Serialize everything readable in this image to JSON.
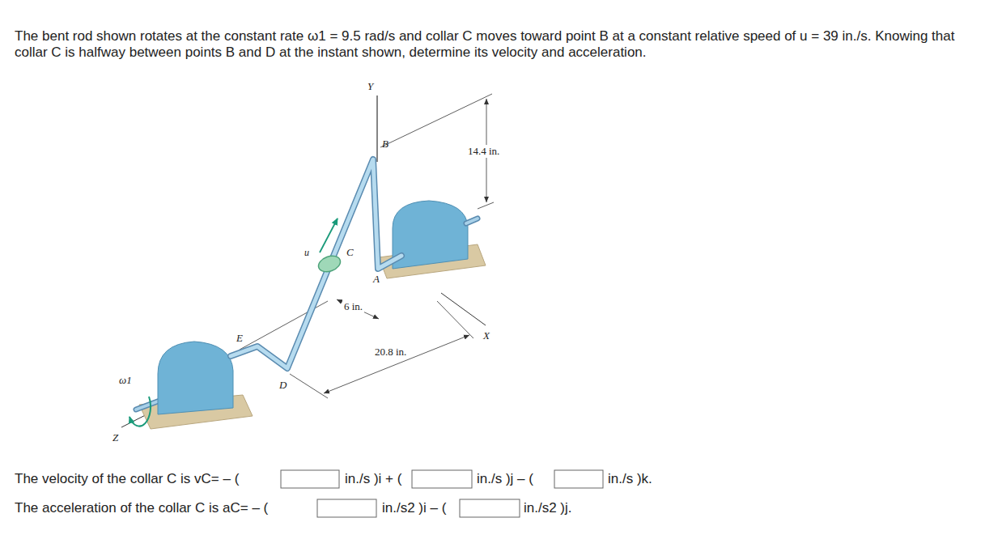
{
  "diagram": {
    "labels": [
      "The bent rod shown rotates at the constant rate ω1 = 9.5 rad/s and collar C moves toward point B at a constant relative speed of u = 39 in./s. Knowing that collar C is halfway between points B and D at the instant shown, determine its velocity and acceleration.",
      "Y",
      "B",
      "14.4 in.",
      "u",
      "C",
      "A",
      "6 in.",
      "E",
      "20.8 in.",
      "X",
      "D",
      "ω1",
      "Z",
      "The velocity of the collar C is vC= – (",
      "in./s )i + (",
      "in./s )j – (",
      "in./s )k.",
      "The acceleration of the collar C is aC= – (",
      "in./s2 )i – (",
      "in./s2 )j."
    ]
  }
}
